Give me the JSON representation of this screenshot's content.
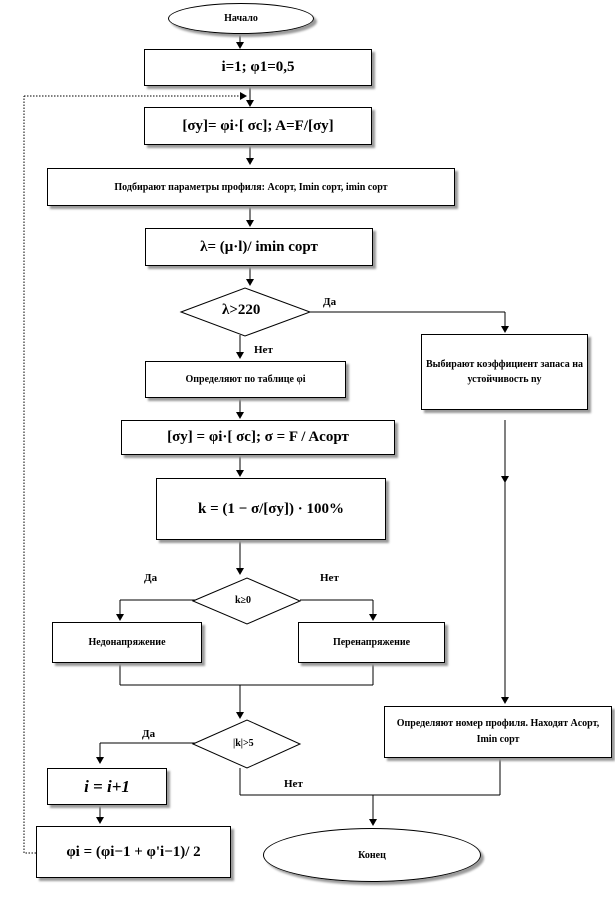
{
  "nodes": {
    "start": "Начало",
    "init": "i=1; φ1=0,5",
    "allow1": "[σy]= φi·[ σc];    A=F/[σy]",
    "select_profile": "Подбирают параметры профиля: Aсорт, Imin сорт, imin сорт",
    "lambda": "λ= (μ·l)/ imin сорт",
    "check_lambda": "λ>220",
    "table_phi": "Определяют по таблице φi",
    "allow2": "[σy] = φi·[ σc];    σ = F / Aсорт",
    "k_formula": "k = (1 − σ/[σy]) · 100%",
    "check_k": "k≥0",
    "under": "Недонапряжение",
    "over": "Перенапряжение",
    "check_abs_k": "|k|>5",
    "inc_i": "i = i+1",
    "phi_update": "φi = (φi−1 + φ'i−1)/ 2",
    "safety_factor": "Выбирают коэффициент запаса на устойчивость ny",
    "profile_num": "Определяют номер профиля. Находят Aсорт, Imin сорт",
    "end": "Конец"
  },
  "labels": {
    "yes": "Да",
    "no": "Нет"
  },
  "colors": {
    "line": "#000000",
    "shadow": "#9a9a9a"
  }
}
